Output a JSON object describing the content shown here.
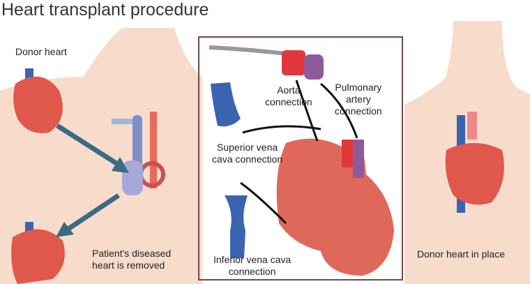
{
  "title": "Heart transplant procedure",
  "labels": {
    "donor_heart": "Donor heart",
    "diseased_removed_1": "Patient's diseased",
    "diseased_removed_2": "heart is removed",
    "aorta_1": "Aorta",
    "aorta_2": "connection",
    "pulmonary_1": "Pulmonary",
    "pulmonary_2": "artery",
    "pulmonary_3": "connection",
    "svc_1": "Superior vena",
    "svc_2": "cava connection",
    "ivc_1": "Inferior vena cava",
    "ivc_2": "connection",
    "in_place": "Donor heart in place"
  },
  "colors": {
    "skin": "#f7dccb",
    "heart": "#e0574b",
    "vein": "#3a64b0",
    "artery_purple": "#8e5a9a",
    "arrow_big": "#3c6a82",
    "frame": "#6e4a4a"
  }
}
